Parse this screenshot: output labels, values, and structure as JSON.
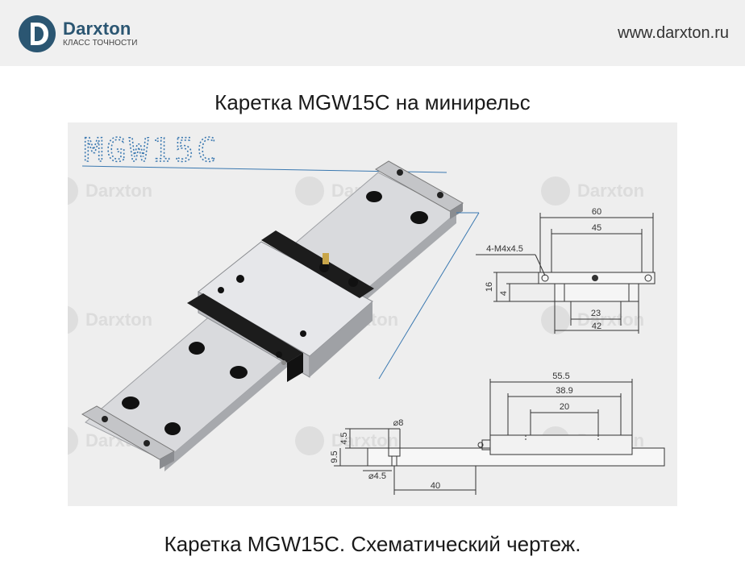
{
  "header": {
    "brand_name": "Darxton",
    "brand_tagline": "КЛАСС ТОЧНОСТИ",
    "site_url": "www.darxton.ru",
    "brand_color": "#2b5672"
  },
  "title_top": "Каретка MGW15C на минирельс",
  "title_bottom": "Каретка MGW15C. Схематический чертеж.",
  "drawing": {
    "model_label": "MGW15C",
    "watermark": "Darxton",
    "top_view": {
      "width_60": "60",
      "width_45": "45",
      "hole_label": "4-M4x4.5",
      "height_16": "16",
      "height_4": "4",
      "width_23": "23",
      "width_42": "42"
    },
    "side_view": {
      "length_55_5": "55.5",
      "length_38_9": "38.9",
      "length_20": "20",
      "dia_8": "⌀8",
      "height_4_5": "4.5",
      "height_9_5": "9.5",
      "dia_4_5": "⌀4.5",
      "length_40": "40"
    }
  }
}
